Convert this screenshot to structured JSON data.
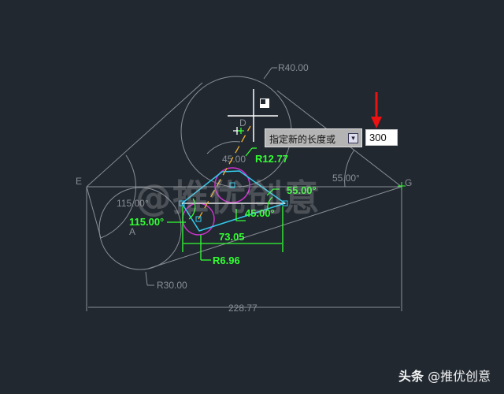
{
  "drawing": {
    "point_labels": {
      "e": "E",
      "g": "G",
      "d": "D",
      "a": "A"
    },
    "dimensions": {
      "r40": "R40.00",
      "r30": "R30.00",
      "width": "228.77",
      "angle_115_grey": "115.00°",
      "angle_55_grey": "55.00°",
      "angle_45_grey": "45.00"
    },
    "active_dimensions": {
      "r12": "R12.77",
      "angle55": "55.00°",
      "angle115": "115.00°",
      "angle45": "45.00°",
      "length": "73.05",
      "radius_small": "R6.96"
    },
    "colors": {
      "background": "#212830",
      "geometry": "#8a8f96",
      "constraint": "#33ff33",
      "selection": "#33ccee",
      "circle": "#cc33cc",
      "arrow": "#ee1111"
    }
  },
  "prompt": {
    "label": "指定新的长度或",
    "option_icon": "dropdown-icon",
    "input_value": "300"
  },
  "watermark": "@推优创意",
  "credit": {
    "prefix": "头条",
    "handle": "@推优创意"
  }
}
